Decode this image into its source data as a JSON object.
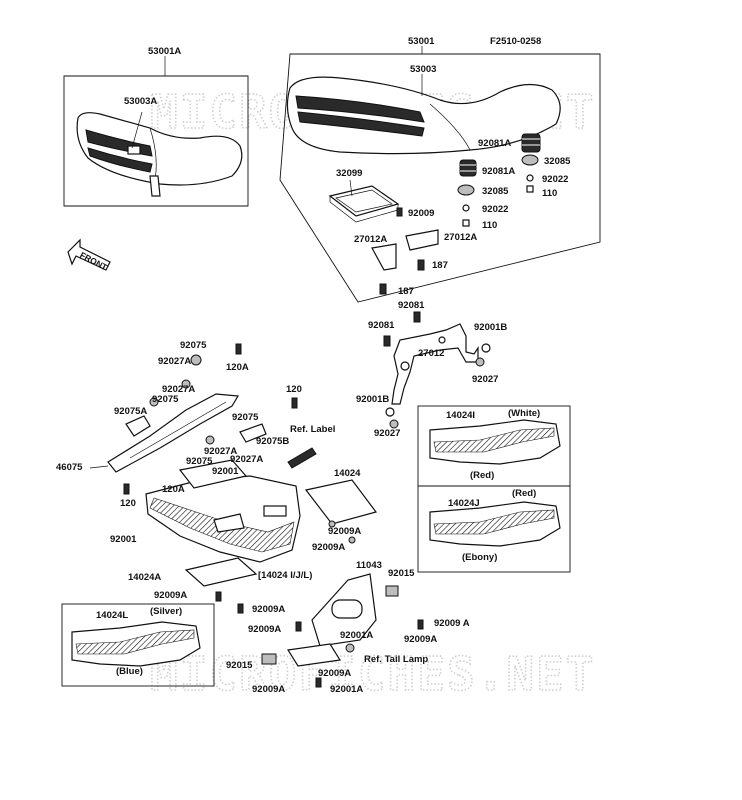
{
  "figure_code": "F2510-0258",
  "watermark_text": "MICROFICHES.NET",
  "front_arrow_label": "FRONT",
  "reference_labels": {
    "ref_label": "Ref. Label",
    "ref_tail_lamp": "Ref. Tail Lamp"
  },
  "color_labels": {
    "white": "(White)",
    "red_a": "(Red)",
    "red_b": "(Red)",
    "ebony": "(Ebony)",
    "silver": "(Silver)",
    "blue": "(Blue)"
  },
  "parts": {
    "p53001A": "53001A",
    "p53003A": "53003A",
    "p53001": "53001",
    "p53003": "53003",
    "p92081A_1": "92081A",
    "p92081A_2": "92081A",
    "p32085_1": "32085",
    "p32085_2": "32085",
    "p92022_1": "92022",
    "p92022_2": "92022",
    "p110_1": "110",
    "p110_2": "110",
    "p32099": "32099",
    "p92009": "92009",
    "p27012A_1": "27012A",
    "p27012A_2": "27012A",
    "p187_1": "187",
    "p187_2": "187",
    "p92081_1": "92081",
    "p92081_2": "92081",
    "p92001B_1": "92001B",
    "p92001B_2": "92001B",
    "p27012": "27012",
    "p92027_1": "92027",
    "p92027_2": "92027",
    "p92075_1": "92075",
    "p92027A_1": "92027A",
    "p120A_1": "120A",
    "p92027A_2": "92027A",
    "p92075A": "92075A",
    "p92075_2": "92075",
    "p120_1": "120",
    "p92075_3": "92075",
    "p92027A_3": "92027A",
    "p92075B": "92075B",
    "p92075_4": "92075",
    "p92027A_4": "92027A",
    "p92001": "92001",
    "p46075": "46075",
    "p120A_2": "120A",
    "p120_2": "120",
    "p92001_2": "92001",
    "p14024": "14024",
    "p92009A_1": "92009A",
    "p92009A_2": "92009A",
    "p14024I": "14024I",
    "p14024J": "14024J",
    "p14024A": "14024A",
    "p14024IJL": "[14024 I/J/L)",
    "p11043": "11043",
    "p92015_1": "92015",
    "p92009A_3": "92009A",
    "p92009A_4": "92009A",
    "p92009A_5": "92009A",
    "p92009A_6": "92009 A",
    "p92001A_1": "92001A",
    "p92009A_7": "92009A",
    "p14024L": "14024L",
    "p92015_2": "92015",
    "p92009A_8": "92009A",
    "p92009A_9": "92009A",
    "p92001A_2": "92001A"
  }
}
